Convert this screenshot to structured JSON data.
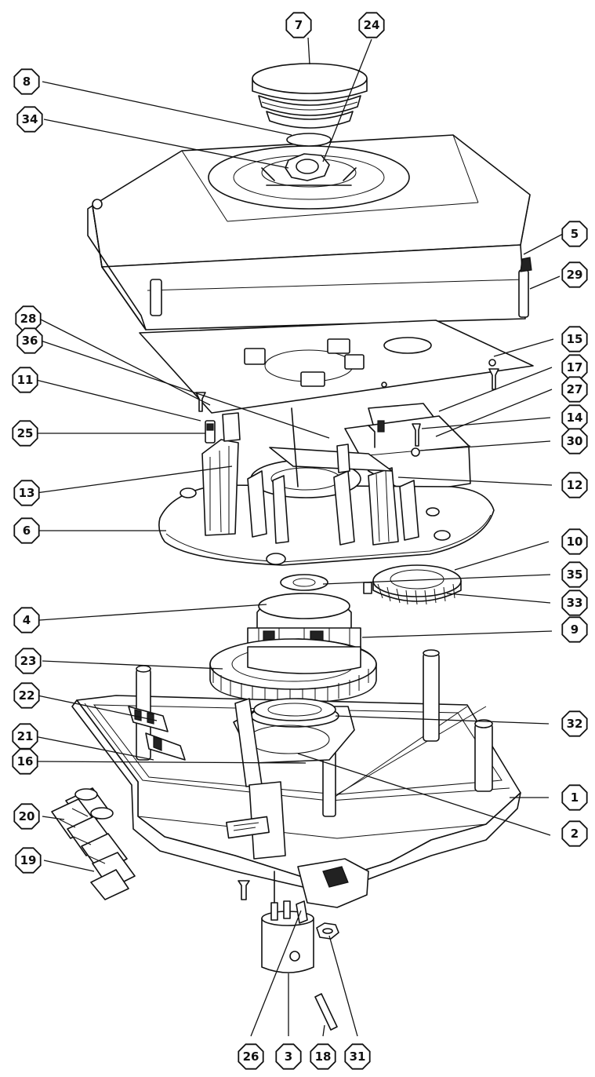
{
  "diagram": {
    "part_labels": [
      "1",
      "2",
      "3",
      "4",
      "5",
      "6",
      "7",
      "8",
      "9",
      "10",
      "11",
      "12",
      "13",
      "14",
      "15",
      "16",
      "17",
      "18",
      "19",
      "20",
      "21",
      "22",
      "23",
      "24",
      "25",
      "26",
      "27",
      "28",
      "29",
      "30",
      "31",
      "32",
      "33",
      "34",
      "35",
      "36"
    ]
  }
}
